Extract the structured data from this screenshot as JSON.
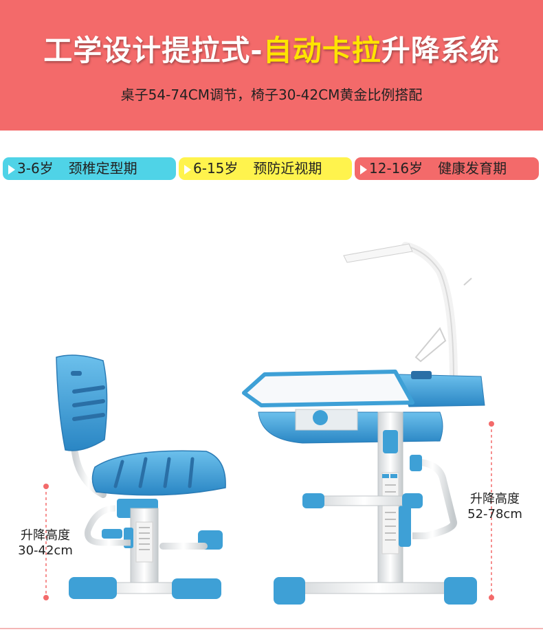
{
  "banner": {
    "title_part1": "工学设计提拉式-",
    "title_highlight": "自动卡拉",
    "title_part2": "升降系统",
    "subtitle": "桌子54-74CM调节，椅子30-42CM黄金比例搭配",
    "bg_color": "#f36a6a",
    "highlight_color": "#ffe400"
  },
  "tags": [
    {
      "age": "3-6岁",
      "label": "颈椎定型期",
      "color": "#4fd3e7"
    },
    {
      "age": "6-15岁",
      "label": "预防近视期",
      "color": "#fff34d"
    },
    {
      "age": "12-16岁",
      "label": "健康发育期",
      "color": "#f36a6a"
    }
  ],
  "chair_measure": {
    "title": "升降高度",
    "range": "30-42cm"
  },
  "desk_measure": {
    "title": "升降高度",
    "range": "52-78cm"
  },
  "product_color": "#3ea0d6"
}
